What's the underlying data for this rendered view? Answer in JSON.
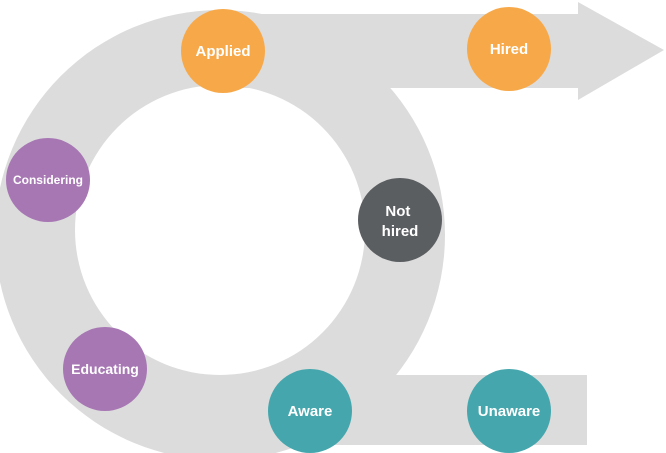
{
  "colors": {
    "track": "#dcdcdc",
    "orange": "#f7a94a",
    "purple": "#a777b4",
    "teal": "#45a7ad",
    "dark": "#5b5e61",
    "label": "#ffffff"
  },
  "stages": [
    {
      "id": "unaware",
      "lines": [
        "Unaware"
      ],
      "color": "teal"
    },
    {
      "id": "aware",
      "lines": [
        "Aware"
      ],
      "color": "teal"
    },
    {
      "id": "educating",
      "lines": [
        "Educating"
      ],
      "color": "purple"
    },
    {
      "id": "considering",
      "lines": [
        "Considering"
      ],
      "color": "purple"
    },
    {
      "id": "applied",
      "lines": [
        "Applied"
      ],
      "color": "orange"
    },
    {
      "id": "hired",
      "lines": [
        "Hired"
      ],
      "color": "orange"
    },
    {
      "id": "not-hired",
      "lines": [
        "Not",
        "hired"
      ],
      "color": "dark"
    }
  ]
}
